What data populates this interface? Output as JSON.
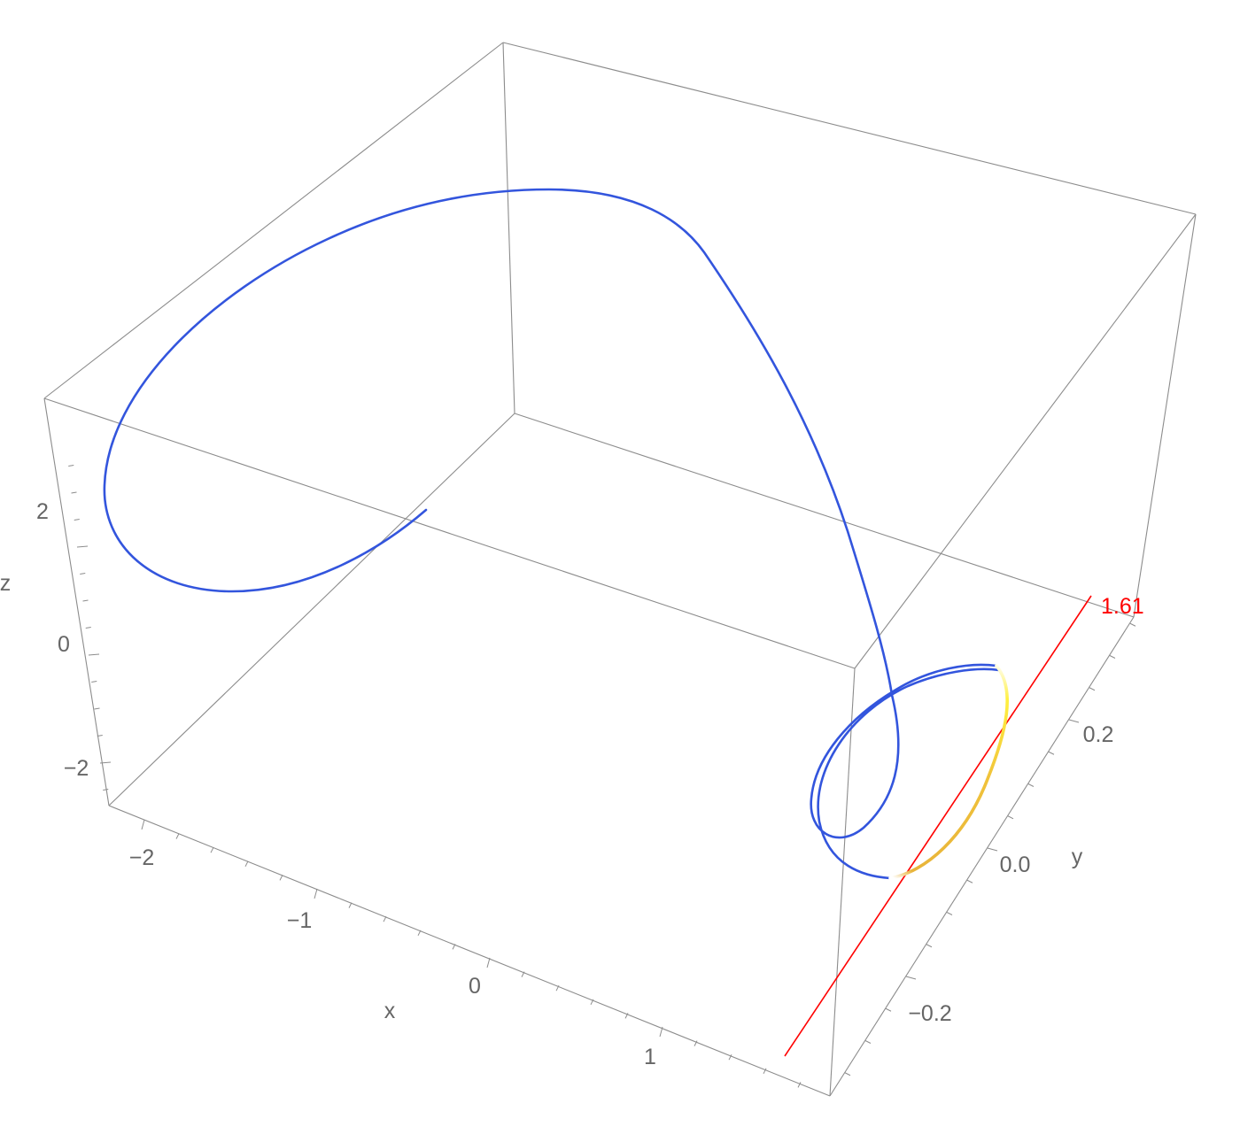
{
  "chart_data": {
    "type": "line",
    "title": "",
    "axes": {
      "x": {
        "label": "x",
        "ticks": [
          "−2",
          "−1",
          "0",
          "1"
        ]
      },
      "y": {
        "label": "y",
        "ticks": [
          "−0.2",
          "0.0",
          "0.2"
        ]
      },
      "z": {
        "label": "z",
        "ticks": [
          "−2",
          "0",
          "2"
        ]
      }
    },
    "grid": false,
    "box": true,
    "series": [
      {
        "style": "trajectory curve",
        "color": "#3355dd"
      },
      {
        "style": "periodic orbit (highlighted)",
        "color": "#ffdd33"
      }
    ],
    "annotation": {
      "label": "1.61",
      "color": "#ff0000"
    }
  }
}
